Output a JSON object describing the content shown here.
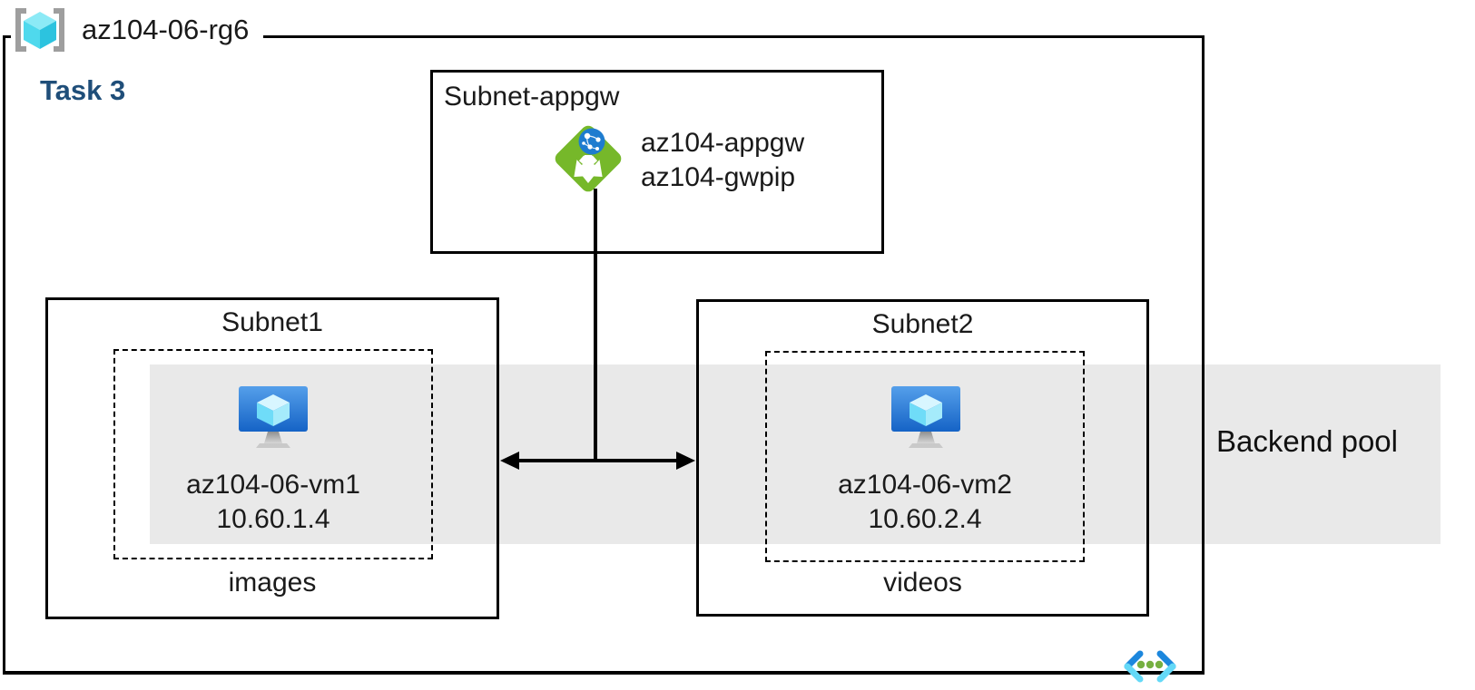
{
  "diagram": {
    "resource_group": {
      "label": "az104-06-rg6"
    },
    "task": {
      "label": "Task 3"
    },
    "appgw_subnet": {
      "title": "Subnet-appgw",
      "gateway_name": "az104-appgw",
      "gateway_pip": "az104-gwpip"
    },
    "subnet1": {
      "title": "Subnet1",
      "vm_name": "az104-06-vm1",
      "vm_ip": "10.60.1.4",
      "container_label": "images"
    },
    "subnet2": {
      "title": "Subnet2",
      "vm_name": "az104-06-vm2",
      "vm_ip": "10.60.2.4",
      "container_label": "videos"
    },
    "backend_pool": {
      "label": "Backend pool"
    },
    "icons": {
      "resource_group": "resource-group-icon",
      "application_gateway": "application-gateway-icon",
      "virtual_machine": "virtual-machine-icon",
      "virtual_network": "virtual-network-icon"
    },
    "colors": {
      "task_label": "#1F4E79",
      "backend_pool_band": "#E9E9E9",
      "line": "#000000",
      "appgw_green": "#76B82A",
      "globe_blue": "#1E7CCF",
      "vm_screen_top": "#559FEA",
      "vm_screen_bottom": "#1563C6",
      "cube_cyan_light": "#D8F6FF",
      "cube_cyan_mid": "#6FDCF8",
      "rg_bracket_gray": "#9E9E9E",
      "vnet_blue": "#1C87DD",
      "vnet_cyan": "#64D9F7",
      "vnet_green": "#76B041"
    }
  }
}
